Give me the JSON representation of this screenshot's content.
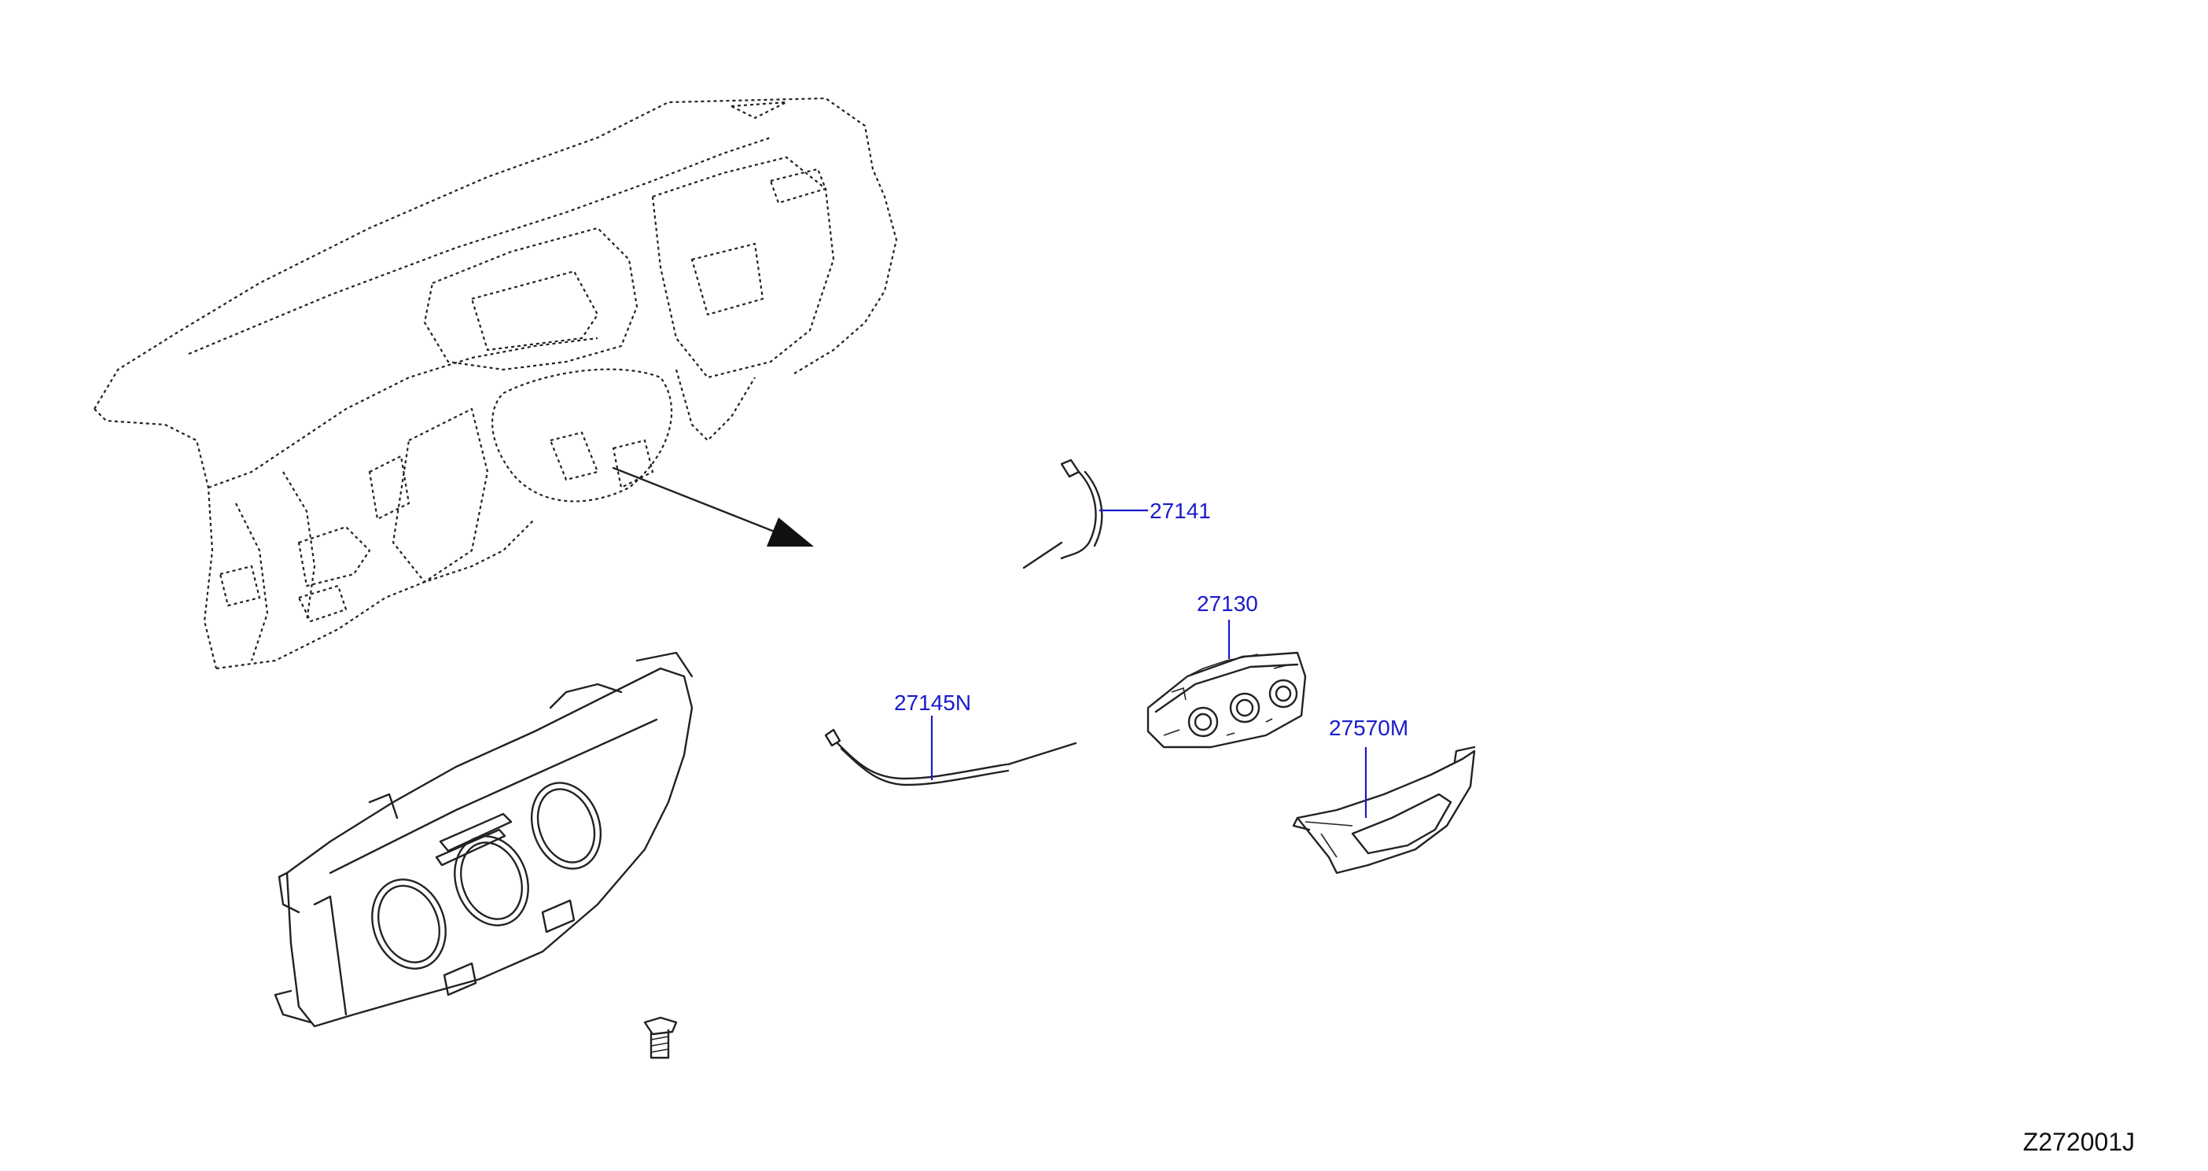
{
  "parts": [
    {
      "id": "cable-upper",
      "number": "27141"
    },
    {
      "id": "control-unit",
      "number": "27130"
    },
    {
      "id": "cable-lower",
      "number": "27145N"
    },
    {
      "id": "finisher",
      "number": "27570M"
    }
  ],
  "diagram_code": "Z272001J",
  "colors": {
    "label": "#1a1acc",
    "line": "#222222"
  }
}
